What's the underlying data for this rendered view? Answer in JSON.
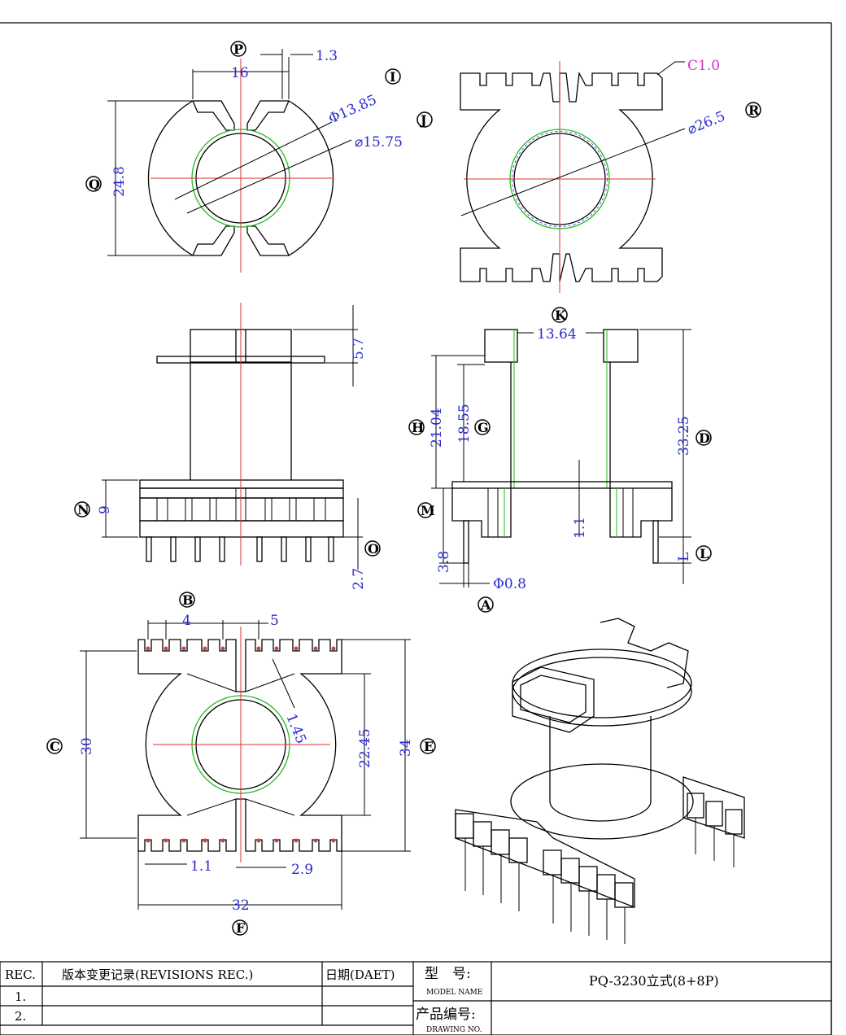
{
  "colors": {
    "outline": "#000000",
    "centerline": "#e03030",
    "dimension": "#2a2ad0",
    "inner": "#22bb22",
    "magenta": "#d030d0"
  },
  "top_left": {
    "P": "P",
    "p_dim": "1.3",
    "w16": "16",
    "I": "I",
    "phi1385": "Φ13.85",
    "J": "J",
    "d1575": "⌀15.75",
    "Q": "Q",
    "h248": "24.8"
  },
  "top_right": {
    "chamfer": "C1.0",
    "R": "R",
    "d265": "⌀26.5"
  },
  "mid_left": {
    "d57": "5.7",
    "N": "N",
    "d9": "9",
    "O": "O",
    "d27": "2.7"
  },
  "mid_right": {
    "K": "K",
    "d1364": "13.64",
    "H": "H",
    "d2104": "21.04",
    "G": "G",
    "d1855": "18.55",
    "D": "D",
    "d3325": "33.25",
    "M": "M",
    "d11": "1.1",
    "d38": "3.8",
    "L": "L",
    "L_dim": "L",
    "phi08": "Φ0.8",
    "A": "A"
  },
  "bottom_left": {
    "B": "B",
    "d4": "4",
    "d5": "5",
    "d145": "1.45",
    "C": "C",
    "d30": "30",
    "d2245": "22.45",
    "d34": "34",
    "E": "E",
    "d11": "1.1",
    "d29": "2.9",
    "d32": "32",
    "F": "F"
  },
  "title_block": {
    "rec_header": "REC.",
    "rev_header": "版本变更记录(REVISIONS REC.)",
    "date_header": "日期(DAET)",
    "row1": "1.",
    "row2": "2.",
    "model_cn": "型　号:",
    "model_en": "MODEL NAME",
    "model_value": "PQ-3230立式(8+8P)",
    "drawing_cn": "产品编号:",
    "drawing_en": "DRAWING NO."
  }
}
